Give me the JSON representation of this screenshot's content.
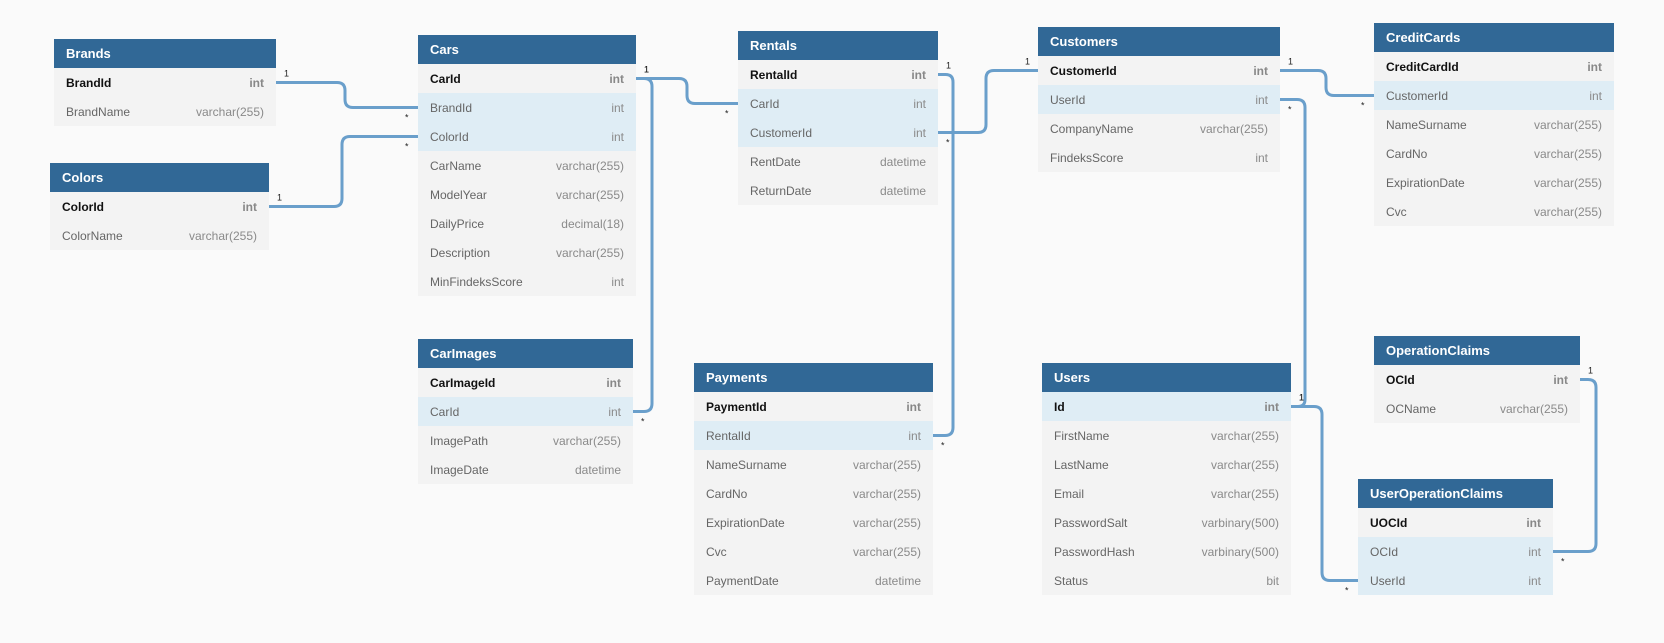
{
  "tables": [
    {
      "id": "brands",
      "name": "Brands",
      "columns": [
        {
          "name": "BrandId",
          "type": "int",
          "pk": true
        },
        {
          "name": "BrandName",
          "type": "varchar(255)"
        }
      ]
    },
    {
      "id": "colors",
      "name": "Colors",
      "columns": [
        {
          "name": "ColorId",
          "type": "int",
          "pk": true
        },
        {
          "name": "ColorName",
          "type": "varchar(255)"
        }
      ]
    },
    {
      "id": "cars",
      "name": "Cars",
      "columns": [
        {
          "name": "CarId",
          "type": "int",
          "pk": true
        },
        {
          "name": "BrandId",
          "type": "int",
          "fk": true
        },
        {
          "name": "ColorId",
          "type": "int",
          "fk": true
        },
        {
          "name": "CarName",
          "type": "varchar(255)"
        },
        {
          "name": "ModelYear",
          "type": "varchar(255)"
        },
        {
          "name": "DailyPrice",
          "type": "decimal(18)"
        },
        {
          "name": "Description",
          "type": "varchar(255)"
        },
        {
          "name": "MinFindeksScore",
          "type": "int"
        }
      ]
    },
    {
      "id": "carimages",
      "name": "CarImages",
      "columns": [
        {
          "name": "CarImageId",
          "type": "int",
          "pk": true
        },
        {
          "name": "CarId",
          "type": "int",
          "fk": true
        },
        {
          "name": "ImagePath",
          "type": "varchar(255)"
        },
        {
          "name": "ImageDate",
          "type": "datetime"
        }
      ]
    },
    {
      "id": "rentals",
      "name": "Rentals",
      "columns": [
        {
          "name": "RentalId",
          "type": "int",
          "pk": true
        },
        {
          "name": "CarId",
          "type": "int",
          "fk": true
        },
        {
          "name": "CustomerId",
          "type": "int",
          "fk": true
        },
        {
          "name": "RentDate",
          "type": "datetime"
        },
        {
          "name": "ReturnDate",
          "type": "datetime"
        }
      ]
    },
    {
      "id": "payments",
      "name": "Payments",
      "columns": [
        {
          "name": "PaymentId",
          "type": "int",
          "pk": true
        },
        {
          "name": "RentalId",
          "type": "int",
          "fk": true
        },
        {
          "name": "NameSurname",
          "type": "varchar(255)"
        },
        {
          "name": "CardNo",
          "type": "varchar(255)"
        },
        {
          "name": "ExpirationDate",
          "type": "varchar(255)"
        },
        {
          "name": "Cvc",
          "type": "varchar(255)"
        },
        {
          "name": "PaymentDate",
          "type": "datetime"
        }
      ]
    },
    {
      "id": "customers",
      "name": "Customers",
      "columns": [
        {
          "name": "CustomerId",
          "type": "int",
          "pk": true
        },
        {
          "name": "UserId",
          "type": "int",
          "fk": true
        },
        {
          "name": "CompanyName",
          "type": "varchar(255)"
        },
        {
          "name": "FindeksScore",
          "type": "int"
        }
      ]
    },
    {
      "id": "users",
      "name": "Users",
      "columns": [
        {
          "name": "Id",
          "type": "int",
          "pk": true,
          "fk": true
        },
        {
          "name": "FirstName",
          "type": "varchar(255)"
        },
        {
          "name": "LastName",
          "type": "varchar(255)"
        },
        {
          "name": "Email",
          "type": "varchar(255)"
        },
        {
          "name": "PasswordSalt",
          "type": "varbinary(500)"
        },
        {
          "name": "PasswordHash",
          "type": "varbinary(500)"
        },
        {
          "name": "Status",
          "type": "bit"
        }
      ]
    },
    {
      "id": "creditcards",
      "name": "CreditCards",
      "columns": [
        {
          "name": "CreditCardId",
          "type": "int",
          "pk": true
        },
        {
          "name": "CustomerId",
          "type": "int",
          "fk": true
        },
        {
          "name": "NameSurname",
          "type": "varchar(255)"
        },
        {
          "name": "CardNo",
          "type": "varchar(255)"
        },
        {
          "name": "ExpirationDate",
          "type": "varchar(255)"
        },
        {
          "name": "Cvc",
          "type": "varchar(255)"
        }
      ]
    },
    {
      "id": "operationclaims",
      "name": "OperationClaims",
      "columns": [
        {
          "name": "OCId",
          "type": "int",
          "pk": true
        },
        {
          "name": "OCName",
          "type": "varchar(255)"
        }
      ]
    },
    {
      "id": "useroperationclaims",
      "name": "UserOperationClaims",
      "columns": [
        {
          "name": "UOCId",
          "type": "int",
          "pk": true
        },
        {
          "name": "OCId",
          "type": "int",
          "fk": true
        },
        {
          "name": "UserId",
          "type": "int",
          "fk": true
        }
      ]
    }
  ],
  "relations": [
    {
      "from": "brands.BrandId",
      "to": "cars.BrandId",
      "from_card": "1",
      "to_card": "*"
    },
    {
      "from": "colors.ColorId",
      "to": "cars.ColorId",
      "from_card": "1",
      "to_card": "*"
    },
    {
      "from": "cars.CarId",
      "to": "rentals.CarId",
      "from_card": "1",
      "to_card": "*"
    },
    {
      "from": "cars.CarId",
      "to": "carimages.CarId",
      "from_card": "1",
      "to_card": "*"
    },
    {
      "from": "rentals.RentalId",
      "to": "payments.RentalId",
      "from_card": "1",
      "to_card": "*"
    },
    {
      "from": "customers.CustomerId",
      "to": "rentals.CustomerId",
      "from_card": "1",
      "to_card": "*"
    },
    {
      "from": "customers.CustomerId",
      "to": "creditcards.CustomerId",
      "from_card": "1",
      "to_card": "*"
    },
    {
      "from": "users.Id",
      "to": "customers.UserId",
      "from_card": "1",
      "to_card": "*"
    },
    {
      "from": "users.Id",
      "to": "useroperationclaims.UserId",
      "from_card": "1",
      "to_card": "*"
    },
    {
      "from": "operationclaims.OCId",
      "to": "useroperationclaims.OCId",
      "from_card": "1",
      "to_card": "*"
    }
  ],
  "colors": {
    "header": "#316896",
    "row": "#f3f3f3",
    "fk_row": "#dfedf5",
    "line": "#6a9fcb",
    "background": "#fafafa"
  }
}
